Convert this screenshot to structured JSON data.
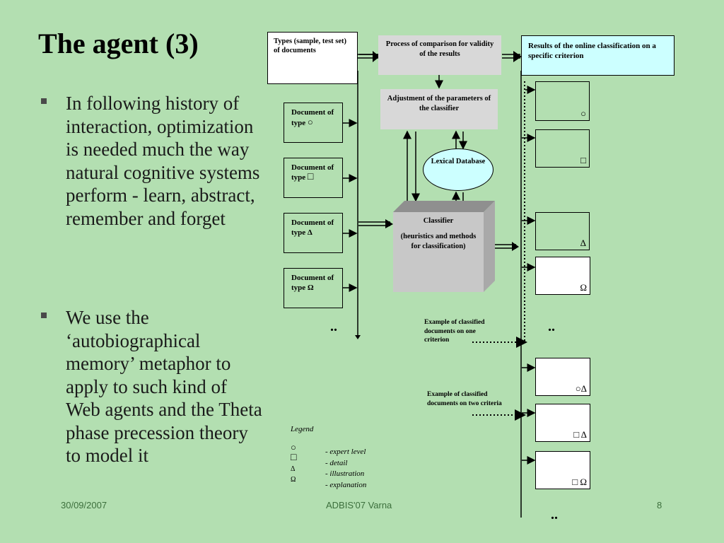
{
  "title": "The agent (3)",
  "bullets": [
    "In following history of interaction, optimization is needed much the way natural cognitive systems perform - learn, abstract, remember and forget",
    "We use the ‘autobiographical memory’ metaphor to apply to such kind of Web agents and the Theta phase precession theory to model it"
  ],
  "diagram": {
    "types_box": "Types (sample, test set) of documents",
    "comparison_box": "Process of comparison for validity of the results",
    "results_box": "Results of the online classification on a specific criterion",
    "adjustment_box": "Adjustment of the parameters of the classifier",
    "lexical_db": "Lexical Database",
    "classifier_title": "Classifier",
    "classifier_sub": "(heuristics and methods for classification)",
    "documents": [
      {
        "label": "Document of type",
        "symbol": "○"
      },
      {
        "label": "Document of type",
        "symbol": "□"
      },
      {
        "label": "Document of type",
        "symbol": "Δ"
      },
      {
        "label": "Document of type",
        "symbol": "Ω"
      }
    ],
    "results_one": [
      "○",
      "□",
      "Δ",
      "Ω"
    ],
    "results_two": [
      "○Δ",
      "□ Δ",
      "□ Ω"
    ],
    "ellipsis": "..",
    "example_one": "Example of classified documents on one criterion",
    "example_two": "Example of classified documents on two criteria",
    "legend": {
      "title": "Legend",
      "items": [
        {
          "symbol": "○",
          "text": "- expert level"
        },
        {
          "symbol": "□",
          "text": "- detail"
        },
        {
          "symbol": "Δ",
          "text": "- illustration"
        },
        {
          "symbol": "Ω",
          "text": "- explanation"
        }
      ]
    }
  },
  "footer": {
    "date": "30/09/2007",
    "conference": "ADBIS'07 Varna",
    "page": "8"
  },
  "colors": {
    "background": "#b3dfb1",
    "box_gray": "#d8d8d8",
    "results_fill": "#ccffff",
    "lexical_fill": "#ccffff",
    "classifier_fill": "#c8c8c8"
  }
}
